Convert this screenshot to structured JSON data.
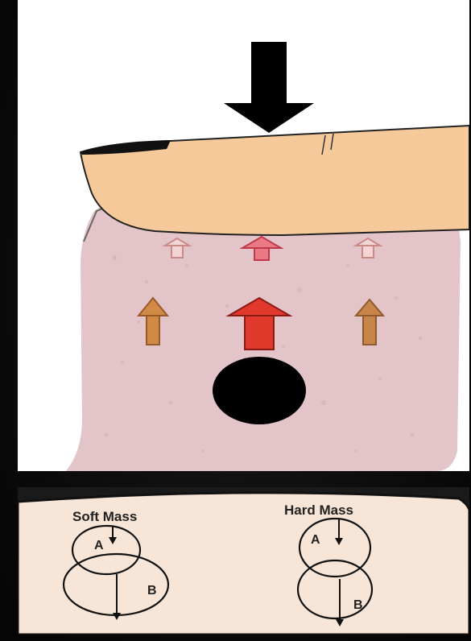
{
  "figure": {
    "soft_mass": {
      "label": "Soft Mass",
      "circle_a_label": "A",
      "circle_b_label": "B"
    },
    "hard_mass": {
      "label": "Hard Mass",
      "circle_a_label": "A",
      "circle_b_label": "B"
    },
    "colors": {
      "finger": "#f6c99a",
      "tissue": "#e2c4c9",
      "mass": "#000000",
      "arrow_press": "#000000",
      "arrow_strong": "#e0392c",
      "arrow_medium": "#c87a3c",
      "arrow_weak": "#c98a88",
      "bottom_background": "#f7e6d8"
    },
    "icons": {
      "press_arrow": "down-arrow-icon",
      "pressure_arrows": "up-arrow-icon"
    }
  }
}
